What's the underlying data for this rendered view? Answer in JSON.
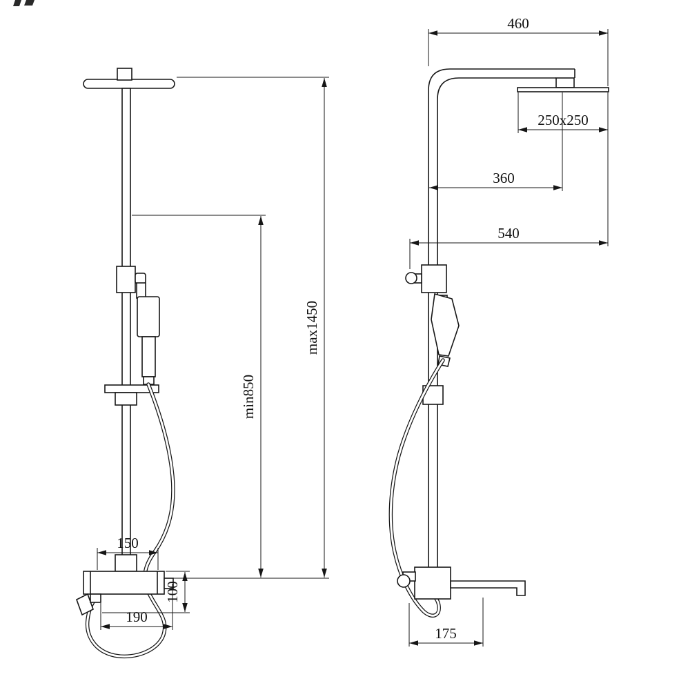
{
  "palette": {
    "background": "#ffffff",
    "line_color": "#161616",
    "text_color": "#111111"
  },
  "drawing": {
    "subject": "shower-column-technical-drawing",
    "front_view": {
      "dimensions": {
        "overall_height_max": "max1450",
        "overall_height_min": "min850",
        "inlet_spacing": "150",
        "valve_height": "100",
        "spout_reach": "190"
      }
    },
    "side_view": {
      "dimensions": {
        "top_offset": "460",
        "head_size": "250x250",
        "arm_reach": "360",
        "overall_reach": "540",
        "spout_reach": "175"
      }
    }
  }
}
